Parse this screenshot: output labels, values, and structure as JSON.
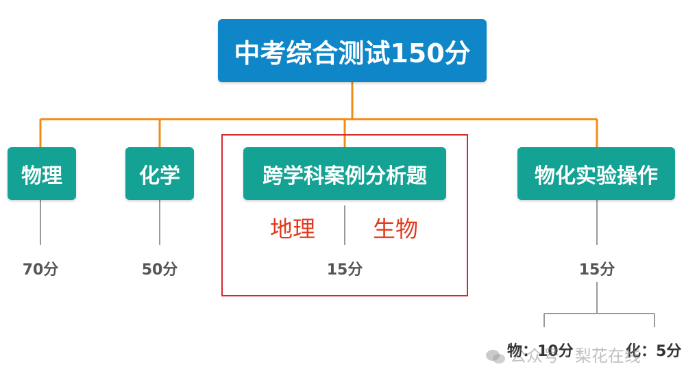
{
  "root": {
    "title": "中考综合测试150分"
  },
  "subjects": [
    {
      "label": "物理",
      "score": "70分"
    },
    {
      "label": "化学",
      "score": "50分"
    },
    {
      "label": "跨学科案例分析题",
      "score": "15分",
      "parts": [
        "地理",
        "生物"
      ],
      "highlighted": true
    },
    {
      "label": "物化实验操作",
      "score": "15分",
      "breakdown": [
        "物：10分",
        "化：5分"
      ]
    }
  ],
  "watermark": "公众号 · 梨花在线",
  "colors": {
    "root_box": "#0e86c8",
    "child_box": "#14a294",
    "connector": "#f08c14",
    "highlight_border": "#d4282f",
    "red_text": "#e33a1e"
  }
}
